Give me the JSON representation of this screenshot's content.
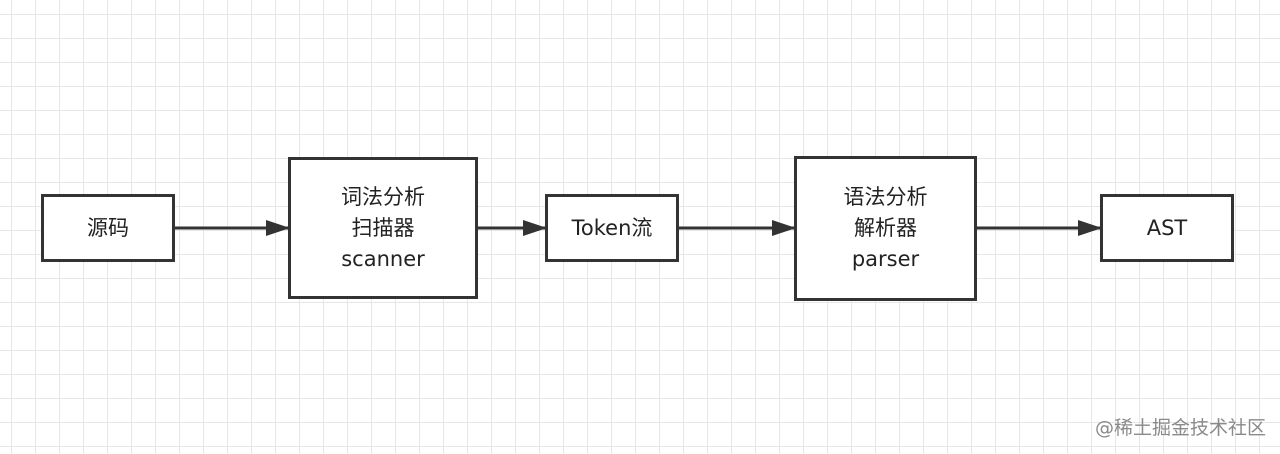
{
  "diagram": {
    "nodes": [
      {
        "id": "source",
        "lines": [
          "源码"
        ]
      },
      {
        "id": "lexer",
        "lines": [
          "词法分析",
          "扫描器",
          "scanner"
        ]
      },
      {
        "id": "tokens",
        "lines": [
          "Token流"
        ]
      },
      {
        "id": "parser",
        "lines": [
          "语法分析",
          "解析器",
          "parser"
        ]
      },
      {
        "id": "ast",
        "lines": [
          "AST"
        ]
      }
    ],
    "edges": [
      {
        "from": "source",
        "to": "lexer"
      },
      {
        "from": "lexer",
        "to": "tokens"
      },
      {
        "from": "tokens",
        "to": "parser"
      },
      {
        "from": "parser",
        "to": "ast"
      }
    ],
    "colors": {
      "border": "#333333",
      "arrow": "#333333",
      "grid": "#e6e6e6",
      "text": "#222222"
    }
  },
  "watermark": "@稀土掘金技术社区"
}
